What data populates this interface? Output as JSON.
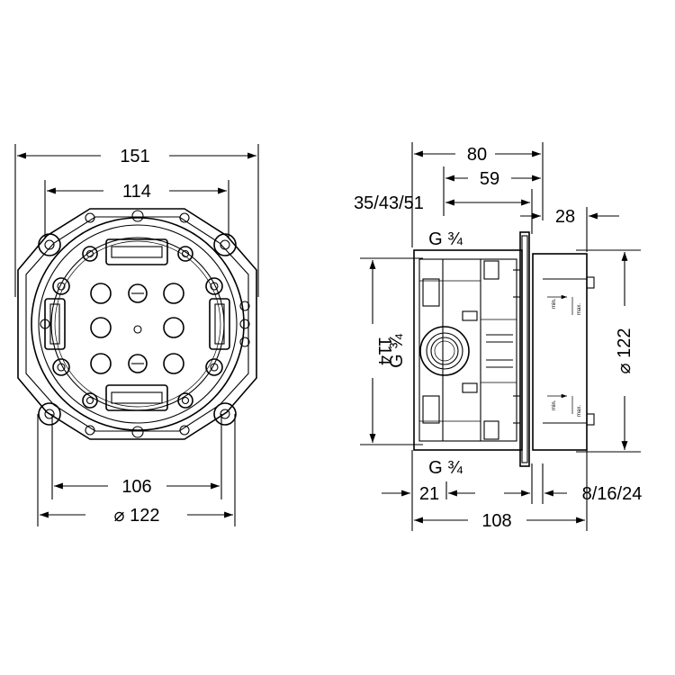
{
  "front_view": {
    "dim_overall_width": "151",
    "dim_inner_width": "114",
    "dim_lower_width": "106",
    "dim_diameter": "⌀ 122"
  },
  "side_view": {
    "dim_overall_depth": "80",
    "dim_depth_59": "59",
    "dim_depth_options": "35/43/51",
    "dim_28": "28",
    "dim_height": "114",
    "dim_diameter": "⌀ 122",
    "dim_21": "21",
    "dim_wall_options": "8/16/24",
    "dim_108": "108",
    "label_g_top": "G ¾",
    "label_g_side": "G ¾",
    "label_g_bottom": "G ¾",
    "label_min": "min.",
    "label_max": "max."
  }
}
